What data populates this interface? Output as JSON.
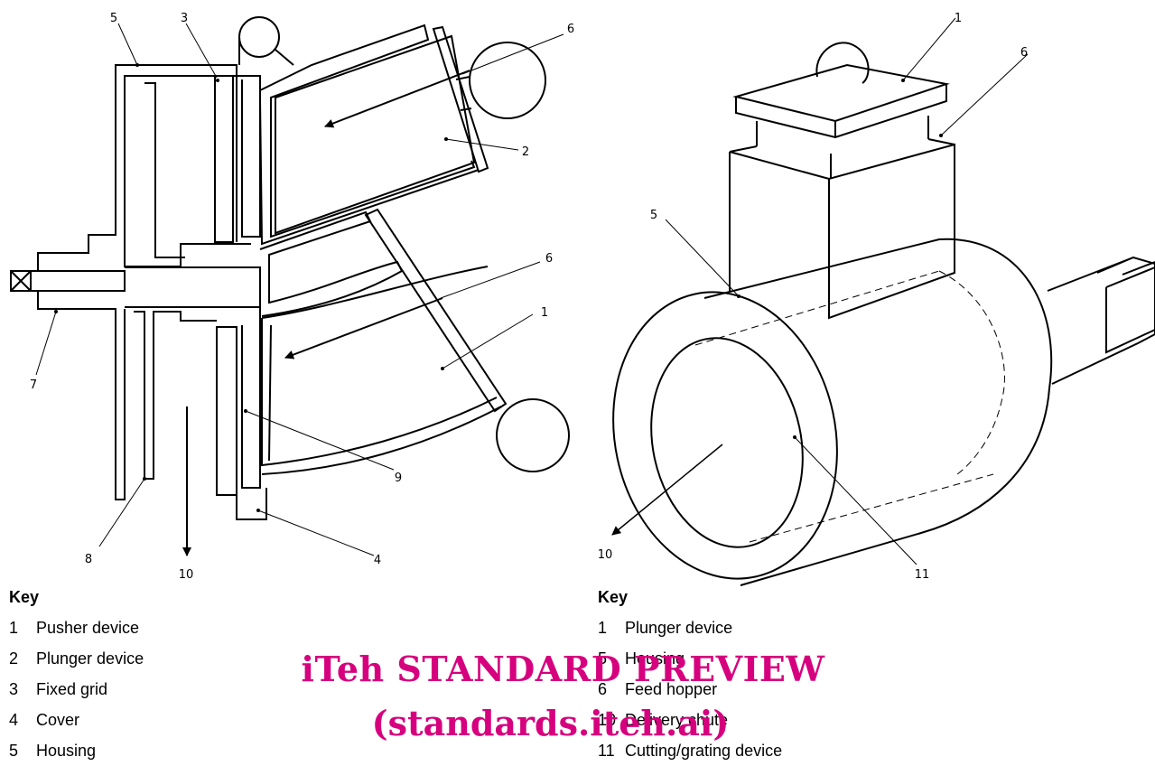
{
  "left_callouts": [
    "5",
    "3",
    "6",
    "2",
    "6",
    "1",
    "9",
    "4",
    "7",
    "8",
    "10"
  ],
  "right_callouts": [
    "1",
    "6",
    "5",
    "10",
    "11"
  ],
  "key_left": {
    "title": "Key",
    "items": [
      {
        "num": "1",
        "label": "Pusher device"
      },
      {
        "num": "2",
        "label": "Plunger device"
      },
      {
        "num": "3",
        "label": "Fixed grid"
      },
      {
        "num": "4",
        "label": "Cover"
      },
      {
        "num": "5",
        "label": "Housing"
      }
    ]
  },
  "key_right": {
    "title": "Key",
    "items": [
      {
        "num": "1",
        "label": "Plunger device"
      },
      {
        "num": "5",
        "label": "Housing"
      },
      {
        "num": "6",
        "label": "Feed hopper"
      },
      {
        "num": "10",
        "label": "Delivery chute"
      },
      {
        "num": "11",
        "label": "Cutting/grating device"
      }
    ]
  },
  "watermark": {
    "line1": "iTeh STANDARD PREVIEW",
    "line2": "(standards.iteh.ai)",
    "color": "#d6007e"
  }
}
